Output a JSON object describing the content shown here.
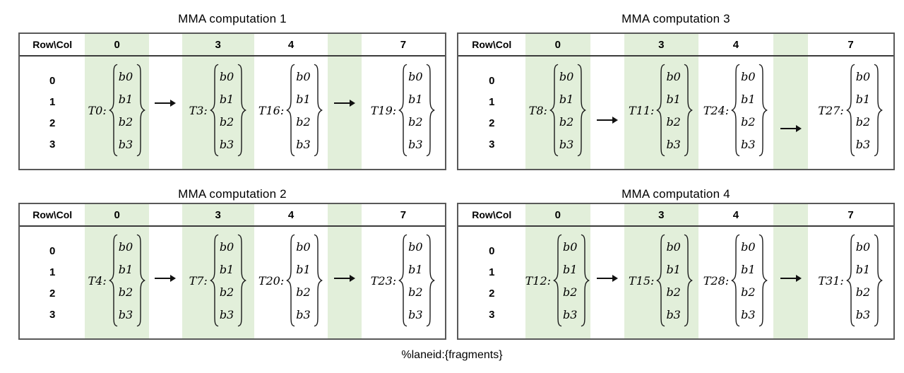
{
  "page": {
    "caption": "%laneid:{fragments}"
  },
  "table": {
    "corner_header": "Row\\Col",
    "col_headers": [
      "0",
      "3",
      "4",
      "7"
    ],
    "row_labels": [
      "0",
      "1",
      "2",
      "3"
    ],
    "fragment_values": [
      "b0",
      "b1",
      "b2",
      "b3"
    ]
  },
  "panels": [
    {
      "title": "MMA computation 1",
      "threads": [
        "T0:",
        "T3:",
        "T16:",
        "T19:"
      ]
    },
    {
      "title": "MMA computation 2",
      "threads": [
        "T4:",
        "T7:",
        "T20:",
        "T23:"
      ]
    },
    {
      "title": "MMA computation 3",
      "threads": [
        "T8:",
        "T11:",
        "T24:",
        "T27:"
      ]
    },
    {
      "title": "MMA computation 4",
      "threads": [
        "T12:",
        "T15:",
        "T28:",
        "T31:"
      ]
    }
  ],
  "colors": {
    "highlight": "#e2efda",
    "panel_border": "#595959",
    "text": "#000000"
  }
}
